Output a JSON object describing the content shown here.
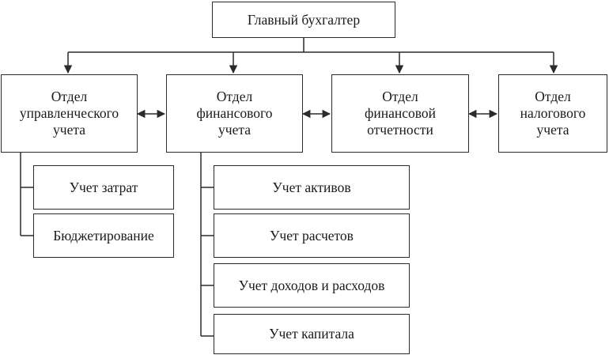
{
  "diagram": {
    "root": "Главный бухгалтер",
    "departments": [
      {
        "label": "Отдел\nуправленческого\nучета"
      },
      {
        "label": "Отдел\nфинансового\nучета"
      },
      {
        "label": "Отдел\nфинансовой\nотчетности"
      },
      {
        "label": "Отдел\nналогового\nучета"
      }
    ],
    "management_subunits": [
      {
        "label": "Учет затрат"
      },
      {
        "label": "Бюджетирование"
      }
    ],
    "financial_subunits": [
      {
        "label": "Учет активов"
      },
      {
        "label": "Учет расчетов"
      },
      {
        "label": "Учет доходов и расходов"
      },
      {
        "label": "Учет капитала"
      }
    ]
  }
}
